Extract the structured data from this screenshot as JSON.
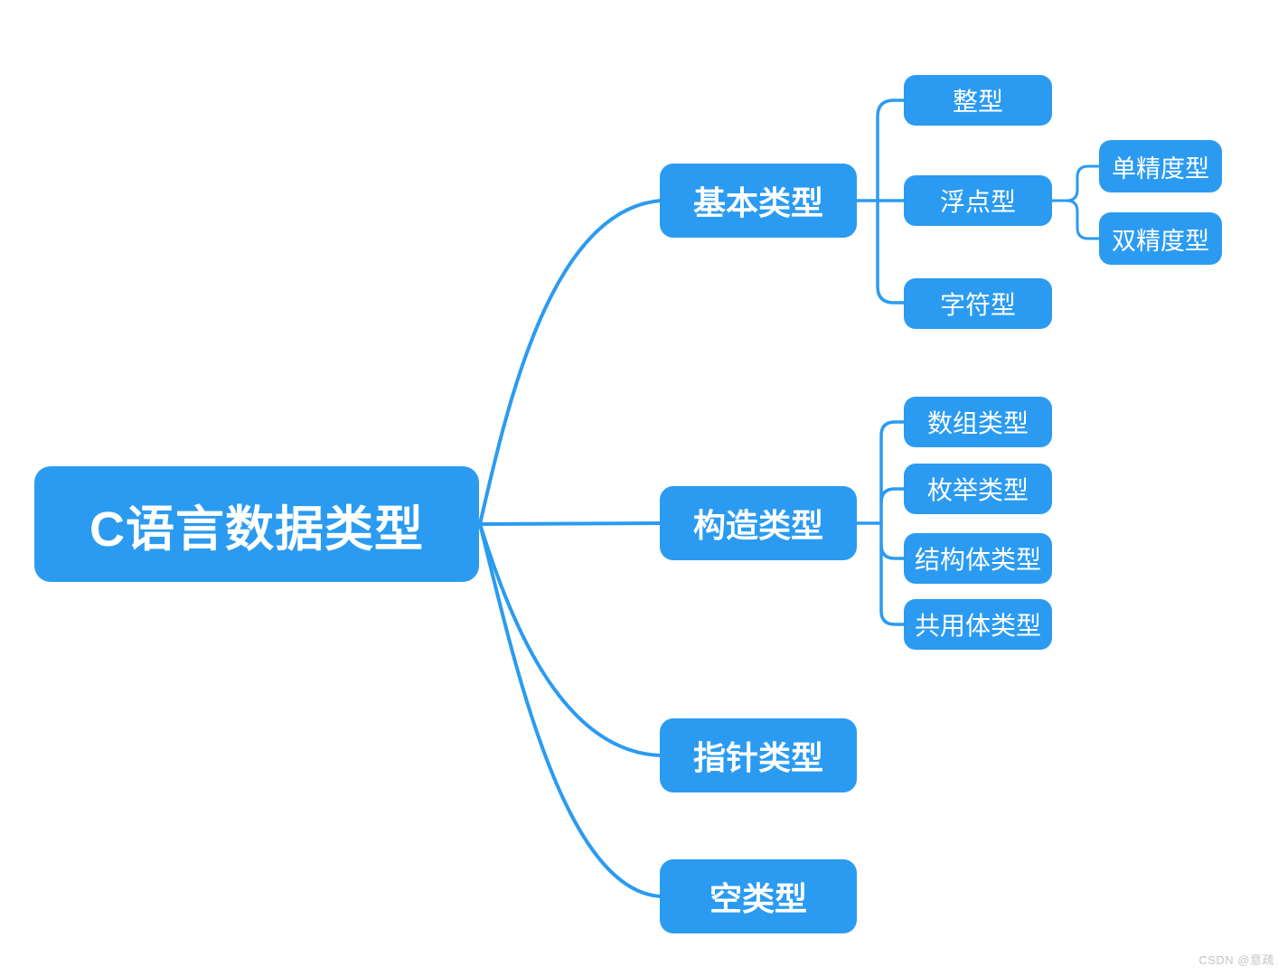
{
  "mindmap": {
    "root": {
      "label": "C语言数据类型"
    },
    "branches": [
      {
        "label": "基本类型",
        "children": [
          {
            "label": "整型"
          },
          {
            "label": "浮点型",
            "children": [
              {
                "label": "单精度型"
              },
              {
                "label": "双精度型"
              }
            ]
          },
          {
            "label": "字符型"
          }
        ]
      },
      {
        "label": "构造类型",
        "children": [
          {
            "label": "数组类型"
          },
          {
            "label": "枚举类型"
          },
          {
            "label": "结构体类型"
          },
          {
            "label": "共用体类型"
          }
        ]
      },
      {
        "label": "指针类型"
      },
      {
        "label": "空类型"
      }
    ],
    "colors": {
      "node_fill": "#2b9bf1",
      "node_text": "#ffffff",
      "connector": "#2b9bf1",
      "background": "#ffffff",
      "watermark_color": "#c4c4c4"
    },
    "watermark": "CSDN @意疏"
  }
}
